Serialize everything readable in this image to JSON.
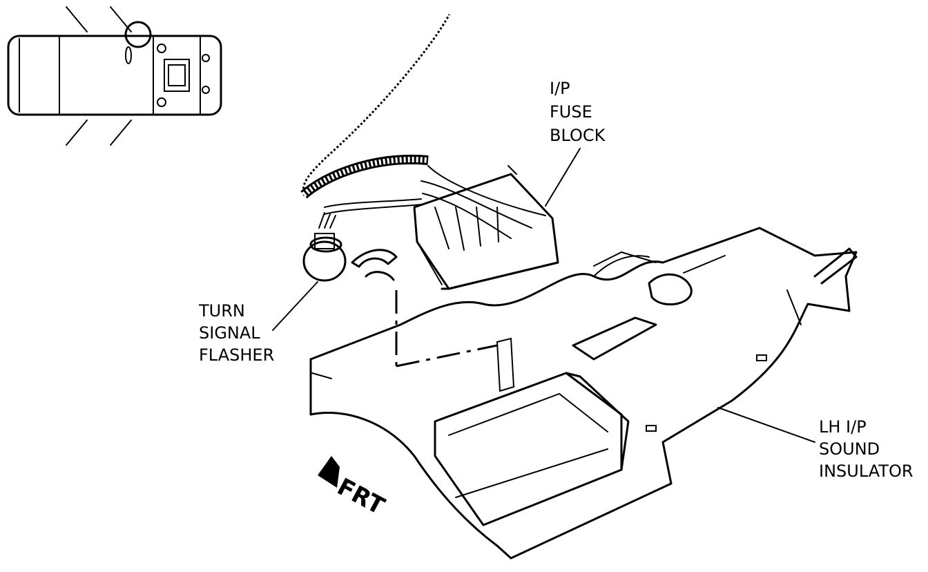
{
  "labels": {
    "fuse_block": [
      "I/P",
      "FUSE",
      "BLOCK"
    ],
    "turn_signal_flasher": [
      "TURN",
      "SIGNAL",
      "FLASHER"
    ],
    "sound_insulator": [
      "LH I/P",
      "SOUND",
      "INSULATOR"
    ],
    "front_arrow": "FRT"
  },
  "icons": {
    "locator": "vehicle-top-view-locator-icon",
    "front_arrow": "front-direction-arrow-icon"
  }
}
